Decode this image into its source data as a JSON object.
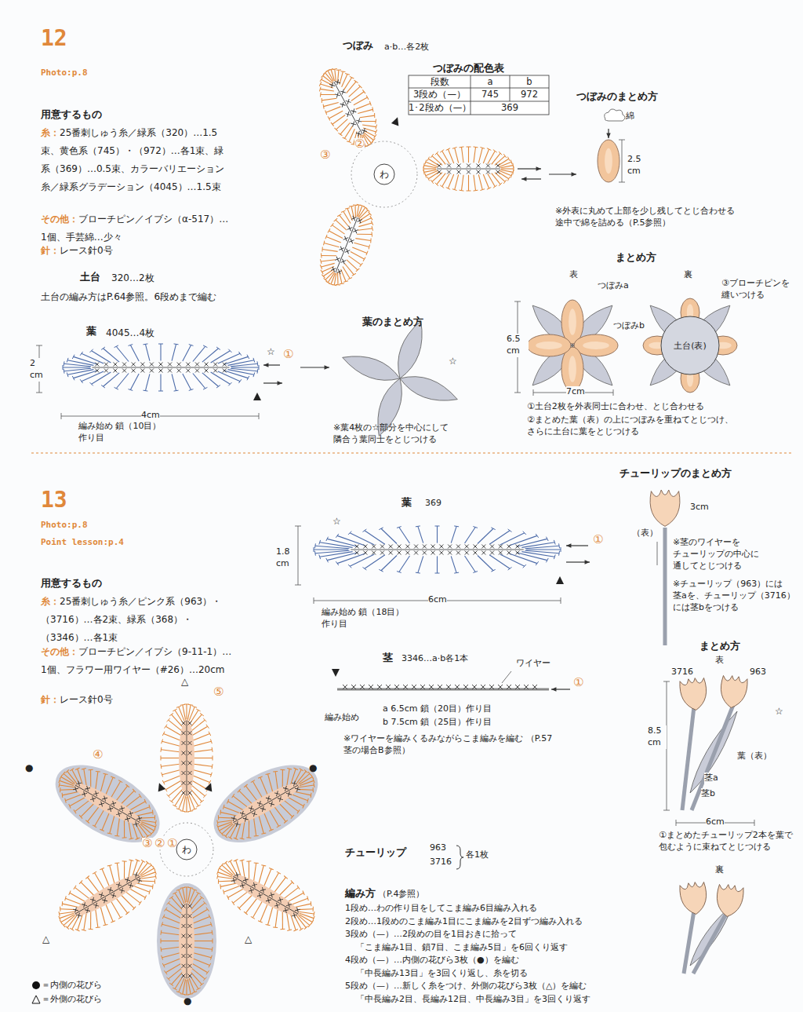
{
  "diagram": {
    "nodes": [
      {
        "text": [
          "わ"
        ]
      },
      {
        "text": [
          "土台(表)"
        ]
      },
      {
        "text": [
          "わ"
        ]
      }
    ],
    "labels": [
      "12",
      "Photo:p.8",
      "用意するもの",
      "糸：",
      "25番刺しゅう糸／緑系（320）…1.5束、黄色系（745）・（972）…各1束、緑系（369）…0.5束、カラーバリエーション糸／緑系グラデーション（4045）…1.5束",
      "その他：",
      "ブローチピン／イブシ（α-517）…1個、手芸綿…少々",
      "針：",
      "レース針0号",
      "土台",
      "320…2枚",
      "土台の編み方はP.64参照。6段めまで編む",
      "葉",
      "4045…4枚",
      "2 cm",
      "4cm",
      "編み始め 鎖（10目）作り目",
      "☆",
      "①",
      "葉のまとめ方",
      "☆",
      "※葉4枚の☆部分を中心にして 隣合う葉同士をとじつける",
      "つぼみ",
      "a·b…各2枚",
      "つぼみの配色表",
      "段数",
      "a",
      "b",
      "3段め（—）",
      "745",
      "972",
      "1･2段め（—）",
      "369",
      "③",
      "②",
      "つぼみのまとめ方",
      "綿",
      "2.5 cm",
      "※外表に丸めて上部を少し残してとじ合わせる 途中で綿を詰める（P.5参照）",
      "まとめ方",
      "表",
      "裏",
      "つぼみa",
      "③ブローチピンを 縫いつける",
      "つぼみb",
      "6.5 cm",
      "7cm",
      "①土台2枚を外表同士に合わせ、とじ合わせる",
      "②まとめた葉（表）の上につぼみを重ねてとじつけ、 さらに土台に葉をとじつける",
      "13",
      "Photo:p.8",
      "Point lesson:p.4",
      "用意するもの",
      "糸：",
      "25番刺しゅう糸／ピンク系（963）・（3716）…各2束、緑系（368）・（3346）…各1束",
      "その他：",
      "ブローチピン／イブシ（9-11-1）…1個、フラワー用ワイヤー（#26）…20cm",
      "針：",
      "レース針0号",
      "葉",
      "369",
      "☆",
      "1.8 cm",
      "①",
      "6cm",
      "編み始め 鎖（18目）作り目",
      "茎",
      "3346…a·b各1本",
      "ワイヤー",
      "①",
      "編み始め",
      "a 6.5cm 鎖（20目）作り目",
      "b 7.5cm 鎖（25目）作り目",
      "※ワイヤーを編みくるみながらこま編みを編む （P.57 茎の場合B参照）",
      "⑤",
      "④",
      "③",
      "②",
      "①",
      "△",
      "△",
      "△",
      "●",
      "●",
      "●",
      "チューリップのまとめ方",
      "3cm",
      "（表）",
      "※茎のワイヤーを チューリップの中心に 通してとじつける",
      "※チューリップ（963）には 茎aを、チューリップ（3716） には茎bをつける",
      "まとめ方",
      "表",
      "3716",
      "963",
      "☆",
      "8.5 cm",
      "葉（表）",
      "茎a",
      "茎b",
      "6cm",
      "①まとめたチューリップ2本を葉で 包むように束ねてとじつける",
      "裏",
      "チューリップ",
      "963",
      "3716",
      "各1枚",
      "編み方",
      "（P.4参照）",
      "1段め…わの作り目をしてこま編み6目編み入れる",
      "2段め…1段めのこま編み1目にこま編みを2目ずつ編み入れる",
      "3段め（—）…2段めの目を1目おきに拾って",
      "「こま編み1目、鎖7目、こま編み5目」を6回くり返す",
      "4段め（—）…内側の花びら3枚（●）を編む",
      "「中長編み13目」を3回くり返し、糸を切る",
      "5段め（—）…新しく糸をつけ、外側の花びら3枚（△）を編む",
      "「中長編み2目、長編み12目、中長編み3目」を3回くり返す"
    ],
    "legend": [
      {
        "text": "＝内側の花びら"
      },
      {
        "text": "＝外側の花びら"
      }
    ]
  }
}
